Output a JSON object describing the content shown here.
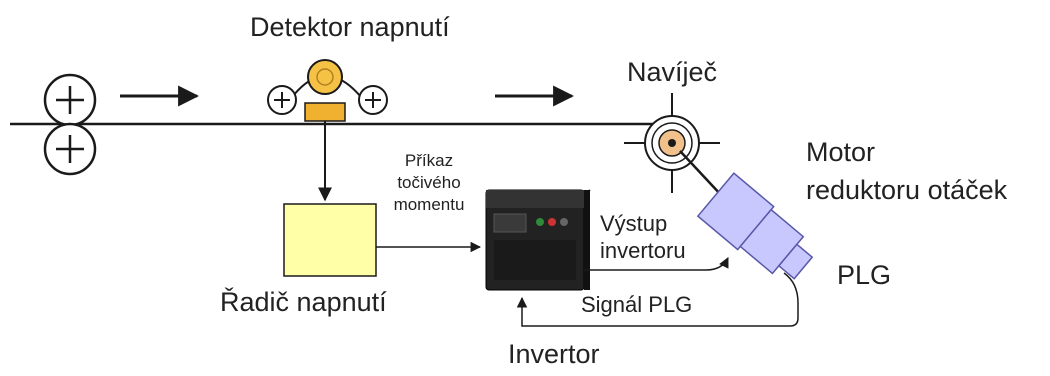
{
  "labels": {
    "tension_detector": "Detektor napnutí",
    "winder": "Navíječ",
    "motor_line1": "Motor",
    "motor_line2": "reduktoru otáček",
    "plg": "PLG",
    "torque_cmd_line1": "Příkaz",
    "torque_cmd_line2": "točivého",
    "torque_cmd_line3": "momentu",
    "inverter_output_line1": "Výstup",
    "inverter_output_line2": "invertoru",
    "plg_signal": "Signál PLG",
    "tension_controller": "Řadič napnutí",
    "inverter": "Invertor"
  },
  "colors": {
    "line": "#1a1a1a",
    "roller_fill": "#ffffff",
    "detector_bar": "#f0b030",
    "detector_pulley": "#f6c246",
    "controller_fill": "#ffffa8",
    "inverter_body": "#222222",
    "motor_fill": "#c8c8ff",
    "motor_stroke": "#5858a8",
    "winder_core": "#f2c08a"
  }
}
